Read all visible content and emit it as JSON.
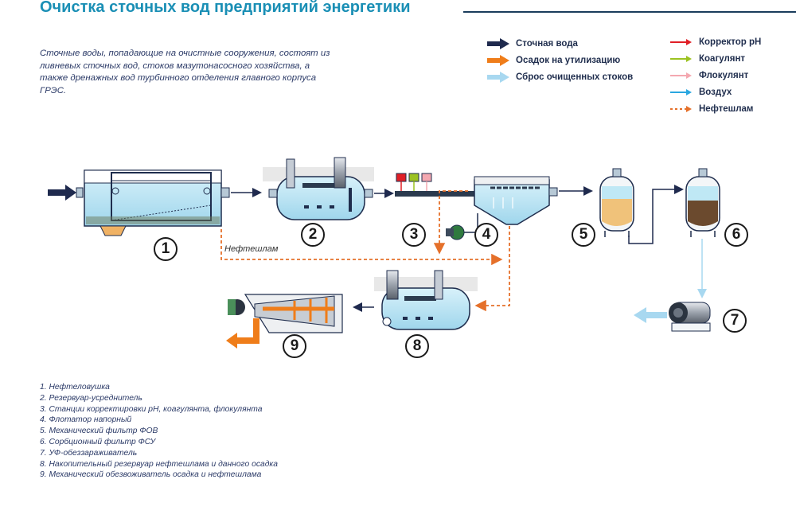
{
  "title": "Очистка сточных вод предприятий энергетики",
  "intro": "Сточные воды, попадающие на очистные сооружения, состоят из ливневых сточных вод, стоков мазутонасосного хозяйства, а также дренажных вод турбинного отделения главного корпуса ГРЭС.",
  "legend": [
    {
      "label": "Сточная вода",
      "icon": "big-arrow-icon",
      "color": "#1f2a4e"
    },
    {
      "label": "Осадок на утилизацию",
      "icon": "big-arrow-icon",
      "color": "#ef7d1a"
    },
    {
      "label": "Сброс очищенных стоков",
      "icon": "big-arrow-icon",
      "color": "#a8d8f0"
    },
    {
      "label": "Корректор pH",
      "icon": "thin-arrow-icon",
      "color": "#e01f26"
    },
    {
      "label": "Коагулянт",
      "icon": "thin-arrow-icon",
      "color": "#9cc221"
    },
    {
      "label": "Флокулянт",
      "icon": "thin-arrow-icon",
      "color": "#f4a8b0"
    },
    {
      "label": "Воздух",
      "icon": "thin-arrow-icon",
      "color": "#2aa7e0"
    },
    {
      "label": "Нефтешлам",
      "icon": "dashed-arrow-icon",
      "color": "#e5702a"
    }
  ],
  "stage_numbers": [
    "1",
    "2",
    "3",
    "4",
    "5",
    "6",
    "7",
    "8",
    "9"
  ],
  "neft_label": "Нефтешлам",
  "components": [
    "1. Нефтеловушка",
    "2. Резервуар-усреднитель",
    "3. Станции корректировки pH, коагулянта, флокулянта",
    "4. Флотатор напорный",
    "5. Механический фильтр ФОВ",
    "6. Сорбционный фильтр ФСУ",
    "7. УФ-обеззараживатель",
    "8. Накопительный резервуар нефтешлама и данного осадка",
    "9. Механический обезвоживатель осадка и нефтешлама"
  ],
  "colors": {
    "title": "#1a8fb5",
    "water": "#bfe8f5",
    "tank_outline": "#1f2d4d",
    "sludge_flow": "#e5702a",
    "filter_sand": "#f0c27a",
    "sorbent": "#6b4a2e"
  }
}
